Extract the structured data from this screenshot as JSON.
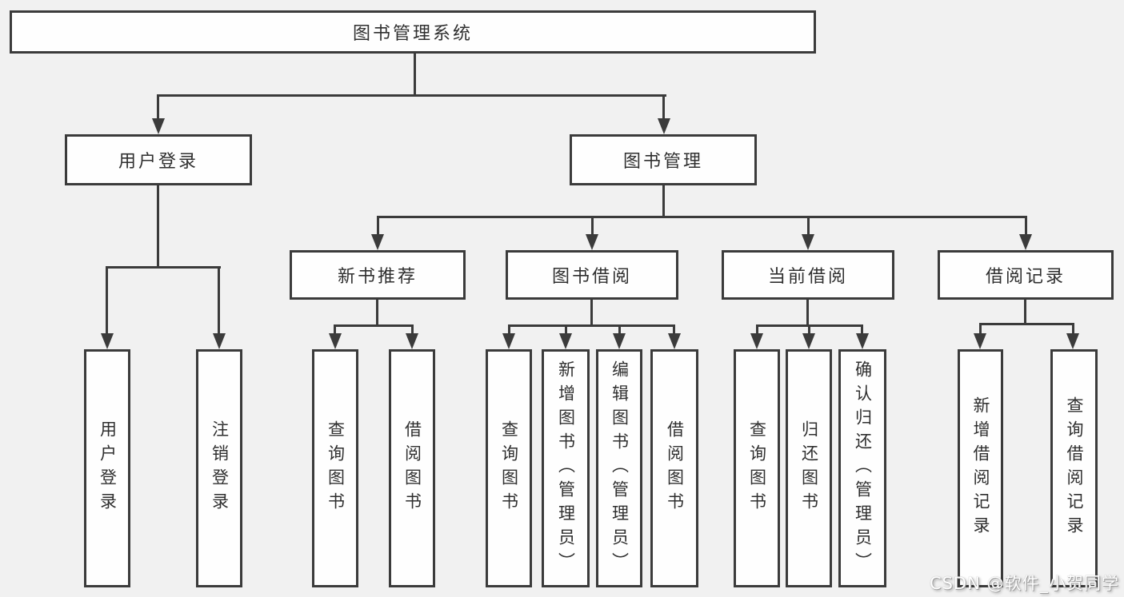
{
  "diagram": {
    "type": "hierarchy-tree",
    "colors": {
      "background": "#f1f1f1",
      "box_fill": "#fefefe",
      "line_and_border": "#3b3b3b",
      "text": "#2f2f2f",
      "watermark_text": "#ffffff"
    },
    "tree": {
      "root": {
        "label": "图书管理系统"
      },
      "children": [
        {
          "label": "用户登录",
          "children": [
            {
              "label": "用户登录"
            },
            {
              "label": "注销登录"
            }
          ]
        },
        {
          "label": "图书管理",
          "children": [
            {
              "label": "新书推荐",
              "children": [
                {
                  "label": "查询图书"
                },
                {
                  "label": "借阅图书"
                }
              ]
            },
            {
              "label": "图书借阅",
              "children": [
                {
                  "label": "查询图书"
                },
                {
                  "label": "新增图书（管理员）"
                },
                {
                  "label": "编辑图书（管理员）"
                },
                {
                  "label": "借阅图书"
                }
              ]
            },
            {
              "label": "当前借阅",
              "children": [
                {
                  "label": "查询图书"
                },
                {
                  "label": "归还图书"
                },
                {
                  "label": "确认归还（管理员）"
                }
              ]
            },
            {
              "label": "借阅记录",
              "children": [
                {
                  "label": "新增借阅记录"
                },
                {
                  "label": "查询借阅记录"
                }
              ]
            }
          ]
        }
      ]
    }
  },
  "watermark": {
    "text": "CSDN @软件_小贺同学"
  }
}
